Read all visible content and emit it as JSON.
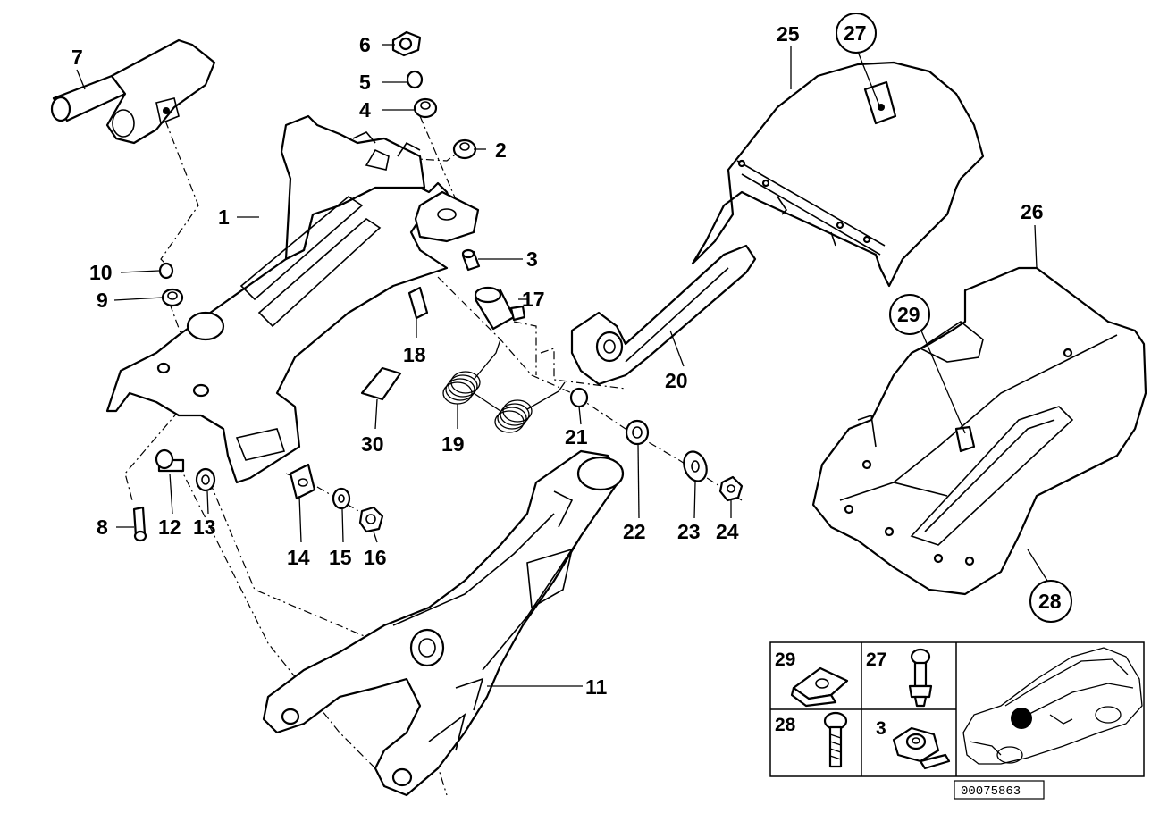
{
  "parts": {
    "p1": "1",
    "p2": "2",
    "p3": "3",
    "p4": "4",
    "p5": "5",
    "p6": "6",
    "p7": "7",
    "p8": "8",
    "p9": "9",
    "p10": "10",
    "p11": "11",
    "p12": "12",
    "p13": "13",
    "p14": "14",
    "p15": "15",
    "p16": "16",
    "p17": "17",
    "p18": "18",
    "p19": "19",
    "p20": "20",
    "p21": "21",
    "p22": "22",
    "p23": "23",
    "p24": "24",
    "p25": "25",
    "p26": "26",
    "p27": "27",
    "p28": "28",
    "p29": "29",
    "p30": "30"
  },
  "legend": {
    "c29": "29",
    "c27": "27",
    "c28": "28",
    "c3": "3"
  },
  "reference_number": "00075863"
}
